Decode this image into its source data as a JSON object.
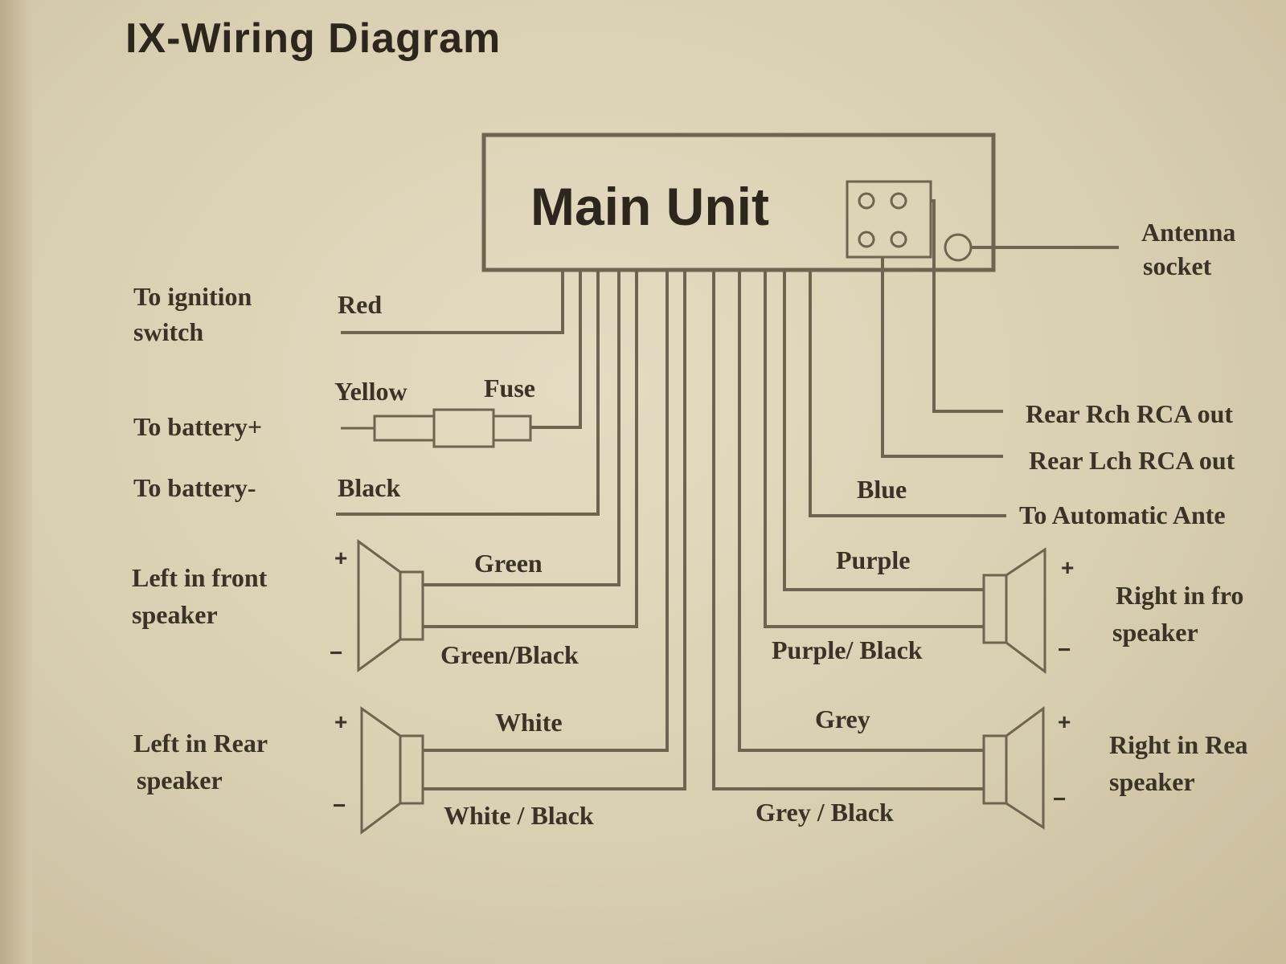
{
  "title": "IX-Wiring Diagram",
  "main_unit": {
    "label": "Main Unit"
  },
  "left_side": {
    "ignition": {
      "line1": "To ignition",
      "line2": "switch",
      "wire": "Red"
    },
    "battery_pos": {
      "label": "To battery+",
      "wire": "Yellow",
      "fuse": "Fuse"
    },
    "battery_neg": {
      "label": "To battery-",
      "wire": "Black"
    },
    "left_front": {
      "line1": "Left in front",
      "line2": "speaker",
      "wire_pos": "Green",
      "wire_neg": "Green/Black"
    },
    "left_rear": {
      "line1": "Left in Rear",
      "line2": "speaker",
      "wire_pos": "White",
      "wire_neg": "White / Black"
    }
  },
  "right_side": {
    "antenna": {
      "line1": "Antenna",
      "line2": "socket"
    },
    "rear_right_rca": "Rear Rch RCA out",
    "rear_left_rca": "Rear Lch RCA out",
    "auto_antenna": {
      "label": "To Automatic Ante",
      "wire": "Blue"
    },
    "right_front": {
      "line1": "Right in fro",
      "line2": "speaker",
      "wire_pos": "Purple",
      "wire_neg": "Purple/ Black"
    },
    "right_rear": {
      "line1": "Right in Rea",
      "line2": "speaker",
      "wire_pos": "Grey",
      "wire_neg": "Grey / Black"
    }
  },
  "signs": {
    "plus": "+",
    "minus": "−"
  }
}
